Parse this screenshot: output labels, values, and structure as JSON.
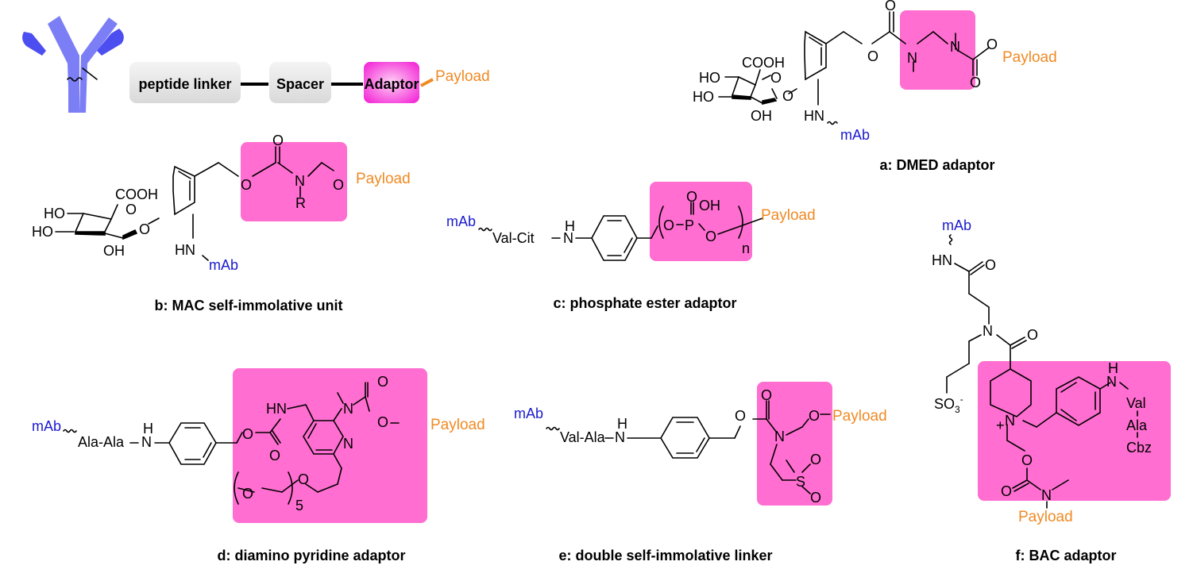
{
  "colors": {
    "highlight": "#ff6ed0",
    "mab_text": "#1a1ad0",
    "payload_text": "#f08a24",
    "antibody_light": "#7b7ef5",
    "antibody_dark": "#4d4ef0",
    "adaptor_box": "#ff2fd8",
    "grey_box": "#e6e6e6"
  },
  "schematic": {
    "antibody_icon": "antibody-icon",
    "boxes": [
      {
        "label": "peptide linker"
      },
      {
        "label": "Spacer"
      },
      {
        "label": "Adaptor"
      }
    ],
    "payload": "Payload"
  },
  "structures": {
    "a": {
      "caption": "a: DMED adaptor",
      "labels": {
        "cooh": "COOH",
        "ho1": "HO",
        "ho2": "HO",
        "oh": "OH",
        "o_ring": "O",
        "o_link": "O",
        "hn": "HN",
        "mab": "mAb",
        "o_carb1": "O",
        "o_ester": "O",
        "n1": "N",
        "n2": "N",
        "o_carb2": "O",
        "o_pay": "O",
        "payload": "Payload"
      }
    },
    "b": {
      "caption": "b: MAC self-immolative unit",
      "labels": {
        "cooh": "COOH",
        "ho1": "HO",
        "ho2": "HO",
        "oh": "OH",
        "o_ring": "O",
        "o_link": "O",
        "hn": "HN",
        "mab": "mAb",
        "o_carb": "O",
        "o_ester": "O",
        "n": "N",
        "r": "R",
        "o_pay": "O",
        "payload": "Payload"
      }
    },
    "c": {
      "caption": "c: phosphate ester adaptor",
      "labels": {
        "mab": "mAb",
        "peptide": "Val-Cit",
        "h": "H",
        "n": "N",
        "o1": "O",
        "p": "P",
        "o_dbl": "O",
        "oh": "OH",
        "o2": "O",
        "n_sub": "n",
        "payload": "Payload"
      }
    },
    "d": {
      "caption": "d: diamino pyridine adaptor",
      "labels": {
        "mab": "mAb",
        "peptide": "Ala-Ala",
        "h": "H",
        "n": "N",
        "o_ester": "O",
        "o_carb": "O",
        "hn": "HN",
        "n_me": "N",
        "o_carb2": "O",
        "o_pay": "O",
        "payload": "Payload",
        "n_py": "N",
        "o_peg": "O",
        "o_peg2": "O",
        "sub5": "5"
      }
    },
    "e": {
      "caption": "e: double self-immolative linker",
      "labels": {
        "mab": "mAb",
        "peptide": "Val-Ala",
        "h": "H",
        "n": "N",
        "o_ester": "O",
        "o_carb": "O",
        "n2": "N",
        "o_pay": "O",
        "payload": "Payload",
        "s": "S",
        "o_s1": "O",
        "o_s2": "O"
      }
    },
    "f": {
      "caption": "f: BAC adaptor",
      "labels": {
        "mab": "mAb",
        "hn": "HN",
        "o1": "O",
        "n": "N",
        "o2": "O",
        "so3": "SO",
        "so3_sub": "3",
        "so3_charge": "-",
        "plus": "+",
        "n_plus": "N",
        "h": "H",
        "n_h": "N",
        "val": "Val",
        "ala": "Ala",
        "cbz": "Cbz",
        "o_link": "O",
        "o_carb": "O",
        "n_carb": "N",
        "payload": "Payload"
      }
    }
  }
}
